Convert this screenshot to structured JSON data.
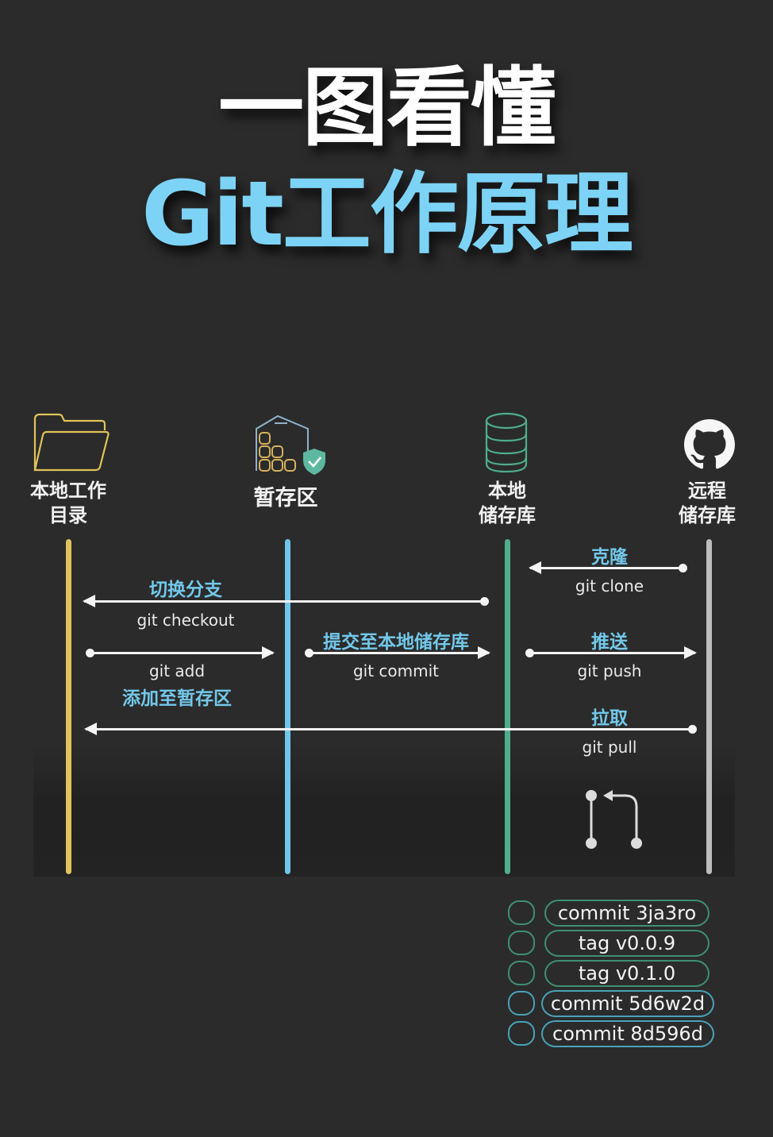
{
  "title": {
    "line1": "一图看懂",
    "line2": "Git工作原理"
  },
  "colors": {
    "background": "#2b2b2b",
    "title_white": "#ffffff",
    "title_blue": "#7dd3f5",
    "working_dir": "#e0c35a",
    "staging": "#6fc6e8",
    "local_repo": "#4fae8c",
    "remote_repo": "#bdbdbd",
    "label_blue": "#72c8ea"
  },
  "nodes": [
    {
      "id": "working-directory",
      "label_line1": "本地工作",
      "label_line2": "目录",
      "icon": "folder-icon"
    },
    {
      "id": "staging-area",
      "label_line1": "暂存区",
      "label_line2": "",
      "icon": "staging-warehouse-icon"
    },
    {
      "id": "local-repository",
      "label_line1": "本地",
      "label_line2": "储存库",
      "icon": "database-icon"
    },
    {
      "id": "remote-repository",
      "label_line1": "远程",
      "label_line2": "储存库",
      "icon": "github-icon"
    }
  ],
  "operations": [
    {
      "id": "clone",
      "label": "克隆",
      "command": "git clone",
      "from": "remote-repository",
      "to": "local-repository"
    },
    {
      "id": "checkout",
      "label": "切换分支",
      "command": "git checkout",
      "from": "local-repository",
      "to": "working-directory"
    },
    {
      "id": "add",
      "label": "添加至暂存区",
      "command": "git add",
      "from": "working-directory",
      "to": "staging-area"
    },
    {
      "id": "commit",
      "label": "提交至本地储存库",
      "command": "git commit",
      "from": "staging-area",
      "to": "local-repository"
    },
    {
      "id": "push",
      "label": "推送",
      "command": "git push",
      "from": "local-repository",
      "to": "remote-repository"
    },
    {
      "id": "pull",
      "label": "拉取",
      "command": "git pull",
      "from": "remote-repository",
      "to": "working-directory"
    }
  ],
  "commit_history": [
    {
      "text": "commit 3ja3ro",
      "color": "#3f8f73"
    },
    {
      "text": "tag v0.0.9",
      "color": "#3f8f73"
    },
    {
      "text": "tag v0.1.0",
      "color": "#3f8f73"
    },
    {
      "text": "commit 5d6w2d",
      "color": "#4aa2b8"
    },
    {
      "text": "commit 8d596d",
      "color": "#4aa2b8"
    }
  ]
}
